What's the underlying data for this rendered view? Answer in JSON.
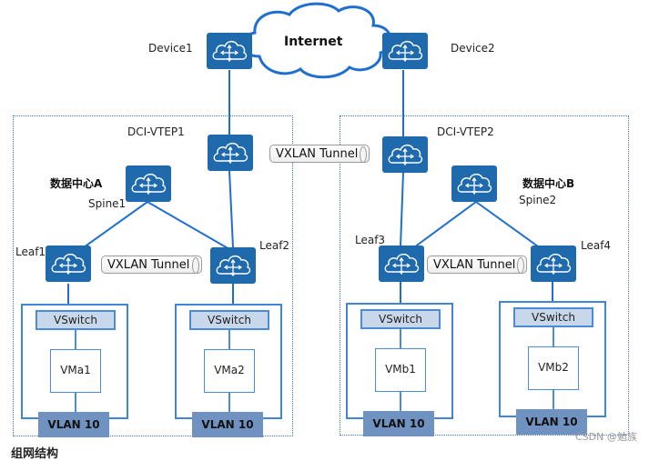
{
  "internet": {
    "label": "Internet"
  },
  "devices": {
    "device1": "Device1",
    "device2": "Device2",
    "dci_vtep1": "DCI-VTEP1",
    "dci_vtep2": "DCI-VTEP2",
    "spine1": "Spine1",
    "spine2": "Spine2",
    "leaf1": "Leaf1",
    "leaf2": "Leaf2",
    "leaf3": "Leaf3",
    "leaf4": "Leaf4"
  },
  "datacenters": {
    "a": "数据中心A",
    "b": "数据中心B"
  },
  "tunnels": {
    "dci": "VXLAN Tunnel",
    "dc_a": "VXLAN Tunnel",
    "dc_b": "VXLAN Tunnel"
  },
  "hosts": [
    {
      "vswitch": "VSwitch",
      "vm": "VMa1",
      "vlan": "VLAN 10"
    },
    {
      "vswitch": "VSwitch",
      "vm": "VMa2",
      "vlan": "VLAN 10"
    },
    {
      "vswitch": "VSwitch",
      "vm": "VMb1",
      "vlan": "VLAN 10"
    },
    {
      "vswitch": "VSwitch",
      "vm": "VMb2",
      "vlan": "VLAN 10"
    }
  ],
  "caption": "组网结构",
  "watermark": "CSDN @勉族",
  "colors": {
    "node": "#1f6aad",
    "link": "#1f6fd0",
    "vlan": "#7092c0",
    "vswitch": "#c9d7ea"
  }
}
